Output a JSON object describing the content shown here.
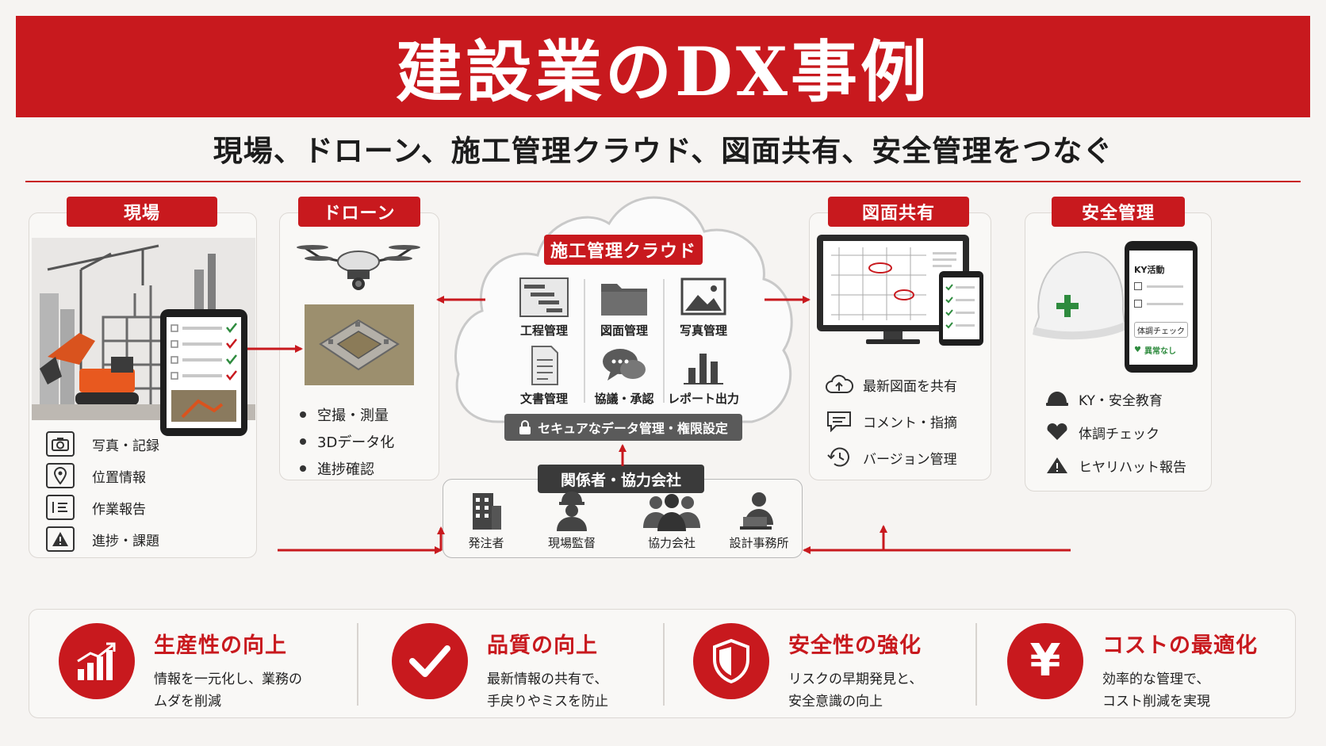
{
  "title": "建設業のDX事例",
  "subtitle": "現場、ドローン、施工管理クラウド、図面共有、安全管理をつなぐ",
  "site": {
    "tag": "現場",
    "items": [
      {
        "icon": "camera-icon",
        "label": "写真・記録"
      },
      {
        "icon": "location-pin-icon",
        "label": "位置情報"
      },
      {
        "icon": "report-list-icon",
        "label": "作業報告"
      },
      {
        "icon": "warning-icon",
        "label": "進捗・課題"
      }
    ]
  },
  "drone": {
    "tag": "ドローン",
    "items": [
      "空撮・測量",
      "3Dデータ化",
      "進捗確認"
    ]
  },
  "cloud": {
    "tag": "施工管理クラウド",
    "items": [
      {
        "icon": "gantt-chart-icon",
        "label": "工程管理"
      },
      {
        "icon": "folder-icon",
        "label": "図面管理"
      },
      {
        "icon": "image-icon",
        "label": "写真管理"
      },
      {
        "icon": "document-icon",
        "label": "文書管理"
      },
      {
        "icon": "chat-bubble-icon",
        "label": "協議・承認"
      },
      {
        "icon": "bar-chart-icon",
        "label": "レポート出力"
      }
    ],
    "security": "セキュアなデータ管理・権限設定"
  },
  "drawing": {
    "tag": "図面共有",
    "items": [
      {
        "icon": "cloud-upload-icon",
        "label": "最新図面を共有"
      },
      {
        "icon": "comment-icon",
        "label": "コメント・指摘"
      },
      {
        "icon": "history-icon",
        "label": "バージョン管理"
      }
    ]
  },
  "safety": {
    "tag": "安全管理",
    "phone": {
      "title": "KY活動",
      "check": "体調チェック",
      "status": "異常なし"
    },
    "items": [
      {
        "icon": "helmet-icon",
        "label": "KY・安全教育"
      },
      {
        "icon": "heart-icon",
        "label": "体調チェック"
      },
      {
        "icon": "warning-icon",
        "label": "ヒヤリハット報告"
      }
    ]
  },
  "stakeholders": {
    "tag": "関係者・協力会社",
    "items": [
      {
        "icon": "building-icon",
        "label": "発注者"
      },
      {
        "icon": "worker-helmet-icon",
        "label": "現場監督"
      },
      {
        "icon": "group-icon",
        "label": "協力会社"
      },
      {
        "icon": "designer-laptop-icon",
        "label": "設計事務所"
      }
    ]
  },
  "benefits": [
    {
      "icon": "growth-chart-icon",
      "title": "生産性の向上",
      "desc": "情報を一元化し、業務の\nムダを削減"
    },
    {
      "icon": "checkmark-icon",
      "title": "品質の向上",
      "desc": "最新情報の共有で、\n手戻りやミスを防止"
    },
    {
      "icon": "shield-icon",
      "title": "安全性の強化",
      "desc": "リスクの早期発見と、\n安全意識の向上"
    },
    {
      "icon": "yen-icon",
      "title": "コストの最適化",
      "desc": "効率的な管理で、\nコスト削減を実現"
    }
  ],
  "colors": {
    "accent": "#c8191e",
    "dark": "#3a3a3a",
    "green": "#2e8b3e"
  }
}
